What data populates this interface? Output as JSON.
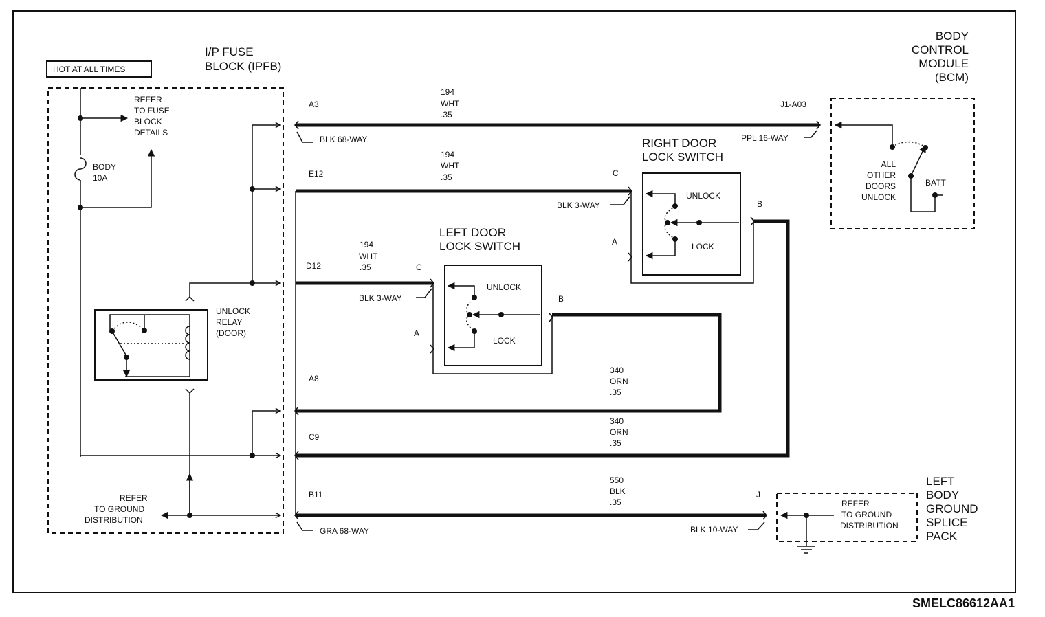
{
  "hot_label": "HOT AT ALL TIMES",
  "ipfb": {
    "line1": "I/P FUSE",
    "line2": "BLOCK (IPFB)"
  },
  "bcm": {
    "line1": "BODY",
    "line2": "CONTROL",
    "line3": "MODULE",
    "line4": "(BCM)"
  },
  "fuse_ref": {
    "line1": "REFER",
    "line2": "TO FUSE",
    "line3": "BLOCK",
    "line4": "DETAILS"
  },
  "fuse": {
    "name": "BODY",
    "rating": "10A"
  },
  "relay": {
    "line1": "UNLOCK",
    "line2": "RELAY",
    "line3": "(DOOR)"
  },
  "ground_ref_left": {
    "line1": "REFER",
    "line2": "TO GROUND",
    "line3": "DISTRIBUTION"
  },
  "pins_ipfb": {
    "a3": "A3",
    "e12": "E12",
    "d12": "D12",
    "a8": "A8",
    "c9": "C9",
    "b11": "B11"
  },
  "connectors": {
    "blk68": "BLK 68-WAY",
    "ppl16": "PPL 16-WAY",
    "blk3_right": "BLK 3-WAY",
    "blk3_left": "BLK 3-WAY",
    "gra68": "GRA 68-WAY",
    "blk10": "BLK 10-WAY"
  },
  "wires": {
    "w1": {
      "circuit": "194",
      "color": "WHT",
      "gauge": ".35"
    },
    "w2": {
      "circuit": "194",
      "color": "WHT",
      "gauge": ".35"
    },
    "w3": {
      "circuit": "194",
      "color": "WHT",
      "gauge": ".35"
    },
    "w4": {
      "circuit": "340",
      "color": "ORN",
      "gauge": ".35"
    },
    "w5": {
      "circuit": "340",
      "color": "ORN",
      "gauge": ".35"
    },
    "w6": {
      "circuit": "550",
      "color": "BLK",
      "gauge": ".35"
    }
  },
  "bcm_pin": "J1-A03",
  "right_switch": {
    "line1": "RIGHT DOOR",
    "line2": "LOCK SWITCH",
    "unlock": "UNLOCK",
    "lock": "LOCK",
    "pin_c": "C",
    "pin_a": "A",
    "pin_b": "B"
  },
  "left_switch": {
    "line1": "LEFT DOOR",
    "line2": "LOCK SWITCH",
    "unlock": "UNLOCK",
    "lock": "LOCK",
    "pin_c": "C",
    "pin_a": "A",
    "pin_b": "B"
  },
  "bcm_inner": {
    "all": "ALL",
    "other": "OTHER",
    "doors": "DOORS",
    "unlock": "UNLOCK",
    "batt": "BATT"
  },
  "ground_pack": {
    "title1": "LEFT",
    "title2": "BODY",
    "title3": "GROUND",
    "title4": "SPLICE",
    "title5": "PACK",
    "pin_j": "J"
  },
  "ground_ref_right": {
    "line1": "REFER",
    "line2": "TO GROUND",
    "line3": "DISTRIBUTION"
  },
  "diagram_code": "SMELC86612AA1"
}
